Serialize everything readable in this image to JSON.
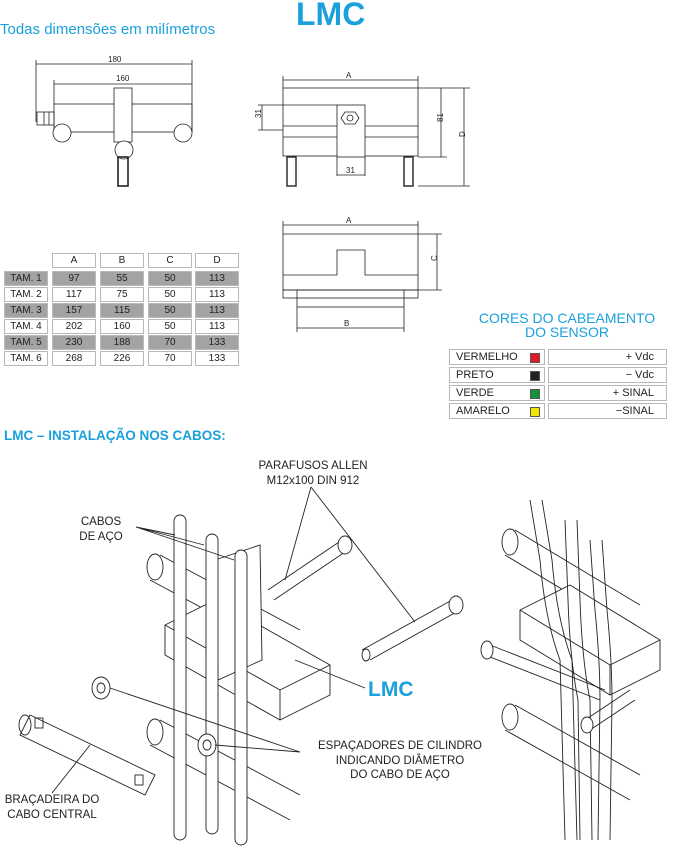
{
  "header": {
    "subtitle": "Todas dimensões em milímetros",
    "title": "LMC"
  },
  "drawings": {
    "side_view": {
      "dim_total": "180",
      "dim_body": "160"
    },
    "front_view": {
      "dim_width": "A",
      "dim_height_block": "31",
      "dim_height_body": "81",
      "dim_total_height": "D",
      "dim_block_width": "31"
    },
    "bottom_view": {
      "dim_width": "A",
      "dim_height": "C",
      "dim_base": "B"
    }
  },
  "dimension_table": {
    "columns": [
      "A",
      "B",
      "C",
      "D"
    ],
    "rows": [
      {
        "label": "TAM. 1",
        "values": [
          "97",
          "55",
          "50",
          "113"
        ]
      },
      {
        "label": "TAM. 2",
        "values": [
          "117",
          "75",
          "50",
          "113"
        ]
      },
      {
        "label": "TAM. 3",
        "values": [
          "157",
          "115",
          "50",
          "113"
        ]
      },
      {
        "label": "TAM. 4",
        "values": [
          "202",
          "160",
          "50",
          "113"
        ]
      },
      {
        "label": "TAM. 5",
        "values": [
          "230",
          "188",
          "70",
          "133"
        ]
      },
      {
        "label": "TAM. 6",
        "values": [
          "268",
          "226",
          "70",
          "133"
        ]
      }
    ]
  },
  "sensor_wiring": {
    "title_line1": "CORES DO CABEAMENTO",
    "title_line2": "DO SENSOR",
    "rows": [
      {
        "color_name": "VERMELHO",
        "color": "#e21b23",
        "signal": "+ Vdc"
      },
      {
        "color_name": "PRETO",
        "color": "#222222",
        "signal": "− Vdc"
      },
      {
        "color_name": "VERDE",
        "color": "#12943c",
        "signal": "+ SINAL"
      },
      {
        "color_name": "AMARELO",
        "color": "#f4e600",
        "signal": "−SINAL"
      }
    ]
  },
  "installation": {
    "heading": "LMC – INSTALAÇÃO NOS CABOS:",
    "labels": {
      "screws_line1": "PARAFUSOS ALLEN",
      "screws_line2": "M12x100 DIN 912",
      "cables_line1": "CABOS",
      "cables_line2": "DE AÇO",
      "lmc": "LMC",
      "spacers_line1": "ESPAÇADORES DE CILINDRO",
      "spacers_line2": "INDICANDO DIÂMETRO",
      "spacers_line3": "DO CABO DE AÇO",
      "clamp_line1": "BRAÇADEIRA DO",
      "clamp_line2": "CABO CENTRAL"
    }
  },
  "colors": {
    "accent": "#1aa0dc",
    "table_gray": "#a3a3a3"
  }
}
